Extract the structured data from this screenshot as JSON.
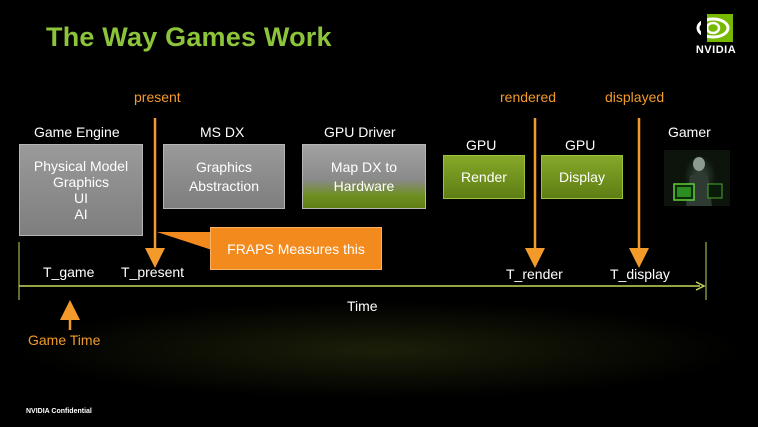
{
  "slide": {
    "title": "The Way Games Work",
    "logo_text": "NVIDIA",
    "footer": "NVIDIA Confidential",
    "accent_color": "#8cc43a",
    "highlight_color": "#f39a2b"
  },
  "markers": {
    "present": "present",
    "rendered": "rendered",
    "displayed": "displayed"
  },
  "stages": [
    {
      "header": "Game Engine",
      "lines": [
        "Physical Model",
        "Graphics",
        "UI",
        "AI"
      ]
    },
    {
      "header": "MS DX",
      "lines": [
        "Graphics",
        "Abstraction"
      ]
    },
    {
      "header": "GPU Driver",
      "lines": [
        "Map DX to",
        "Hardware"
      ]
    },
    {
      "header": "GPU",
      "lines": [
        "Render"
      ]
    },
    {
      "header": "GPU",
      "lines": [
        "Display"
      ]
    },
    {
      "header": "Gamer",
      "lines": []
    }
  ],
  "callout": "FRAPS Measures this",
  "timeline": {
    "axis_label": "Time",
    "ticks": [
      "T_game",
      "T_present",
      "T_render",
      "T_display"
    ],
    "game_time_label": "Game Time"
  }
}
